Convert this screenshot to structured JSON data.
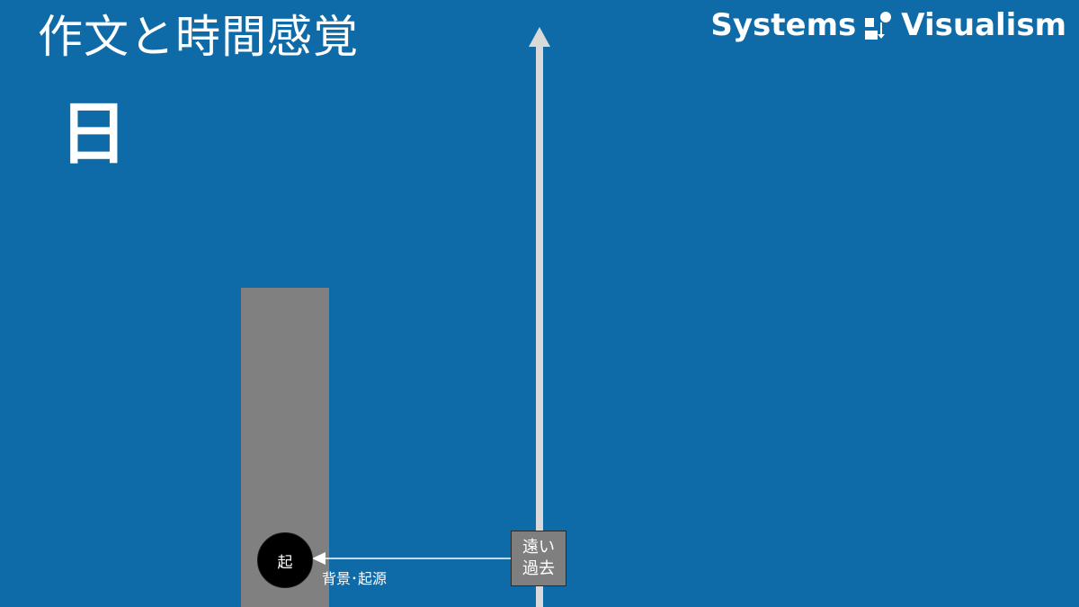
{
  "slide": {
    "title": "作文と時間感覚",
    "subtitle": "日"
  },
  "logo": {
    "left_text": "Systems",
    "right_text": "Visualism",
    "icon": "system-flow-icon"
  },
  "diagram": {
    "node_label": "起",
    "pointer_label": "背景･起源",
    "box_lines": [
      "遠い",
      "過去"
    ]
  },
  "colors": {
    "background": "#0F6AA8",
    "column": "#808080",
    "axis": "#D9D9D9",
    "node": "#000000",
    "box": "#7F7F7F",
    "text": "#FFFFFF"
  }
}
